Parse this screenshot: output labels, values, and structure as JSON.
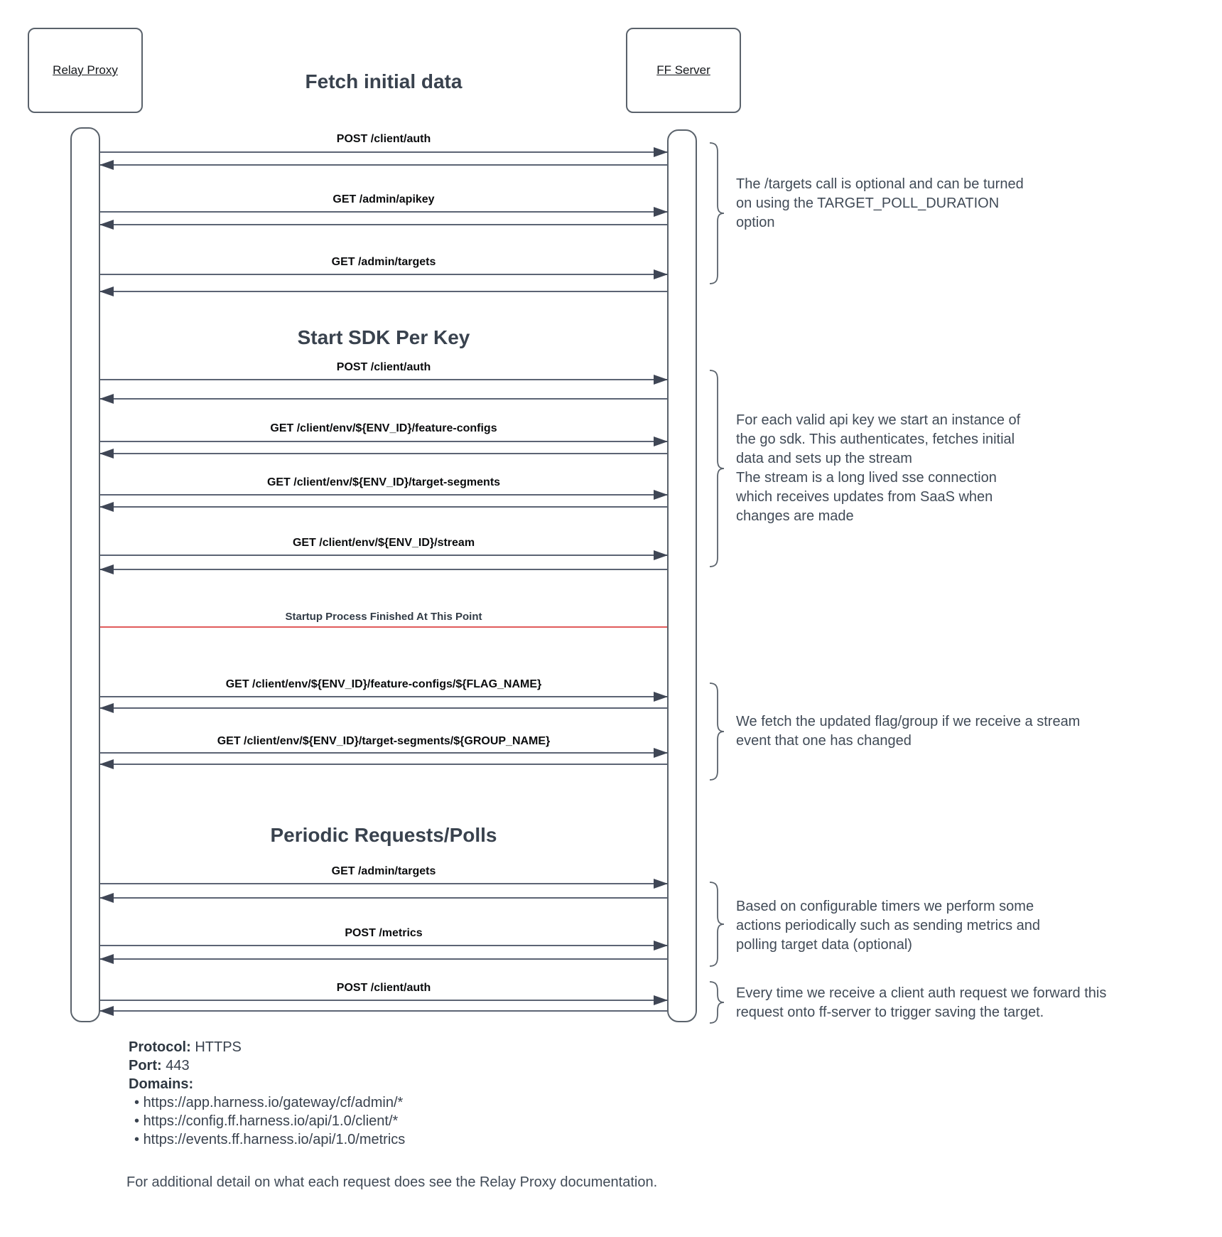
{
  "actors": {
    "left": "Relay Proxy",
    "right": "FF Server"
  },
  "title": "Fetch initial data",
  "section_headings": {
    "start_sdk": "Start SDK Per Key",
    "periodic": "Periodic Requests/Polls"
  },
  "separator": {
    "label": "Startup Process Finished At This Point",
    "color": "#e05b5b"
  },
  "messages": [
    {
      "label": "POST /client/auth"
    },
    {
      "label": "GET /admin/apikey"
    },
    {
      "label": "GET /admin/targets"
    },
    {
      "label": "POST /client/auth"
    },
    {
      "label": "GET /client/env/${ENV_ID}/feature-configs"
    },
    {
      "label": "GET /client/env/${ENV_ID}/target-segments"
    },
    {
      "label": "GET /client/env/${ENV_ID}/stream"
    },
    {
      "label": "GET /client/env/${ENV_ID}/feature-configs/${FLAG_NAME}"
    },
    {
      "label": "GET /client/env/${ENV_ID}/target-segments/${GROUP_NAME}"
    },
    {
      "label": "GET /admin/targets"
    },
    {
      "label": "POST /metrics"
    },
    {
      "label": "POST /client/auth"
    }
  ],
  "annotations": [
    {
      "lines": [
        "The /targets call is optional and can be turned",
        "on using the TARGET_POLL_DURATION",
        "option"
      ]
    },
    {
      "lines": [
        "For each valid api key we start an instance of",
        "the go sdk. This authenticates, fetches initial",
        "data and sets up the stream",
        "The stream is a long lived sse connection",
        "which receives updates from SaaS when",
        "changes are made"
      ]
    },
    {
      "lines": [
        "We fetch the updated flag/group if we receive a stream",
        "event that one has changed"
      ]
    },
    {
      "lines": [
        "Based on configurable timers we perform some",
        "actions periodically such as sending metrics and",
        "polling target data (optional)"
      ]
    },
    {
      "lines": [
        "Every time we receive a client auth request we forward this",
        "request onto ff-server to trigger saving the target."
      ]
    }
  ],
  "footer": {
    "protocol_label": "Protocol:",
    "protocol_value": "HTTPS",
    "port_label": "Port:",
    "port_value": "443",
    "domains_label": "Domains:",
    "domains": [
      "https://app.harness.io/gateway/cf/admin/*",
      "https://config.ff.harness.io/api/1.0/client/*",
      "https://events.ff.harness.io/api/1.0/metrics"
    ],
    "note": "For additional detail on what each request does see the Relay Proxy documentation."
  },
  "colors": {
    "ink": "#39424e",
    "line": "#5c6474",
    "accent_red": "#e05b5b"
  }
}
